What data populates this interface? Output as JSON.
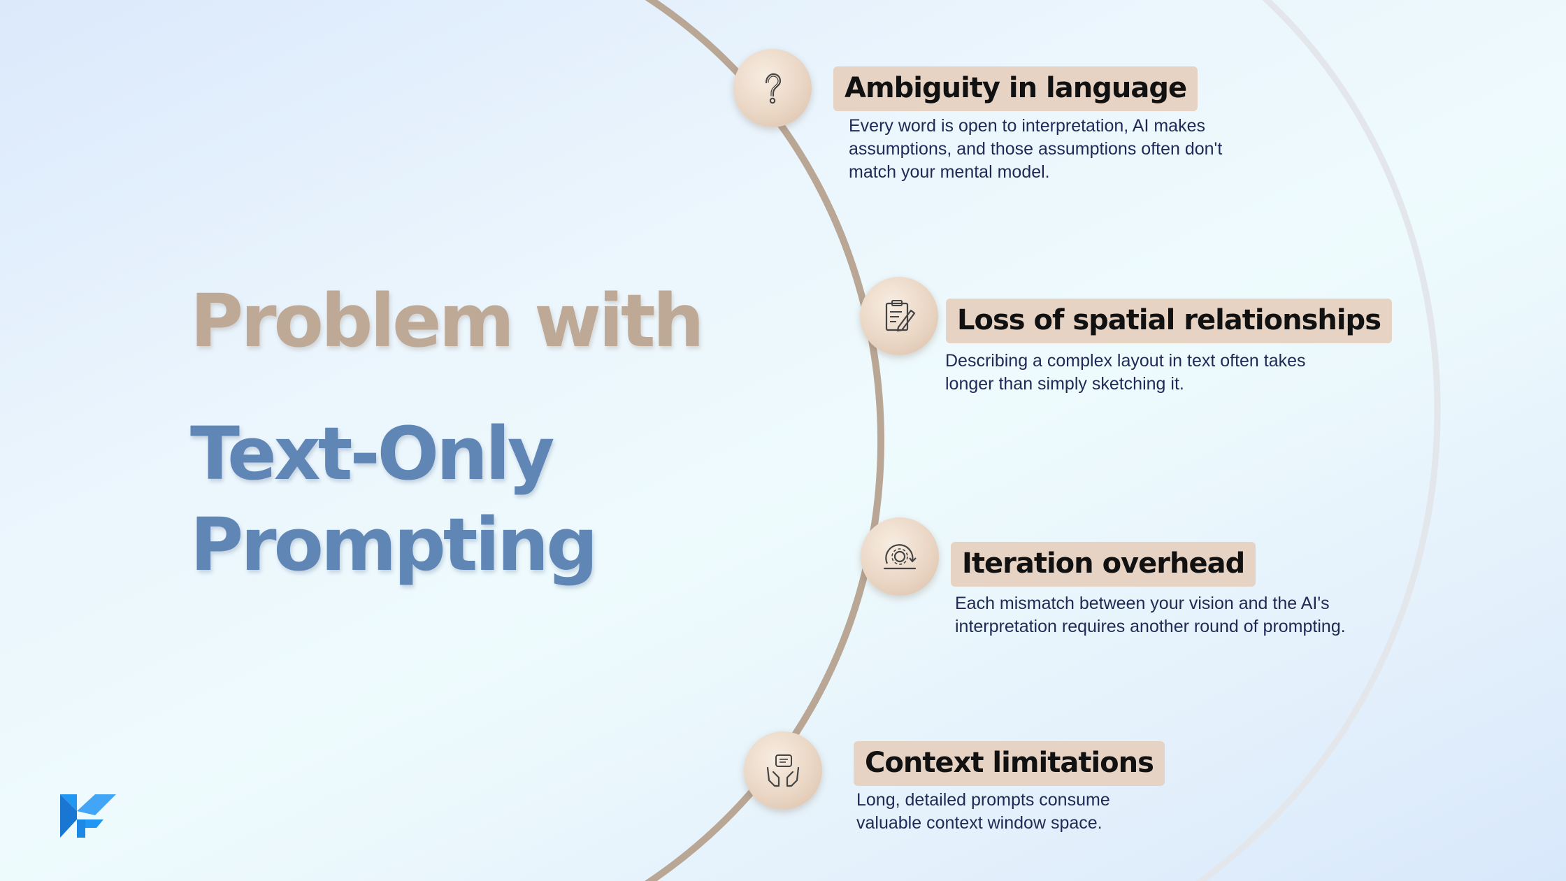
{
  "heading": {
    "line1": "Problem with",
    "line2": "Text-Only",
    "line3": "Prompting"
  },
  "items": [
    {
      "icon": "question-icon",
      "title": "Ambiguity in language",
      "description": "Every word is open to interpretation,  AI makes assumptions, and those assumptions often don't match your mental model."
    },
    {
      "icon": "notes-pen-icon",
      "title": "Loss of spatial relationships",
      "description": "Describing a complex layout in text often takes longer than simply sketching it."
    },
    {
      "icon": "iteration-gear-icon",
      "title": "Iteration overhead",
      "description": "Each mismatch between your vision and the AI's interpretation requires another round of prompting."
    },
    {
      "icon": "hands-message-icon",
      "title": "Context limitations",
      "description": "Long, detailed prompts consume valuable context window space."
    }
  ],
  "logo": {
    "icon": "brand-logo-icon",
    "color": "#2196f3"
  },
  "colors": {
    "arc": "#b9a695",
    "outer_arc": "#e3e6ea",
    "heading_top": "#bda996",
    "heading_bottom": "#5f86b5",
    "tag_bg": "#e6d3c4",
    "body_text": "#1e2a55"
  }
}
